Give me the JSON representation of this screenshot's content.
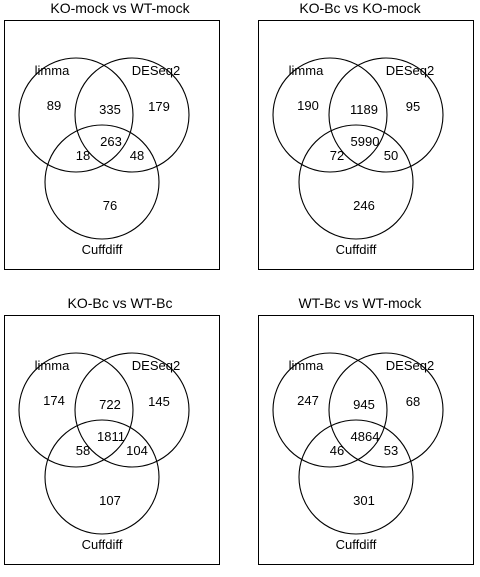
{
  "set_labels": {
    "a": "limma",
    "b": "DESeq2",
    "c": "Cuffdiff"
  },
  "panels": [
    {
      "title": "KO-mock vs WT-mock",
      "regions": {
        "a": "89",
        "ab": "335",
        "b": "179",
        "abc": "263",
        "ac": "18",
        "bc": "48",
        "c": "76"
      }
    },
    {
      "title": "KO-Bc vs KO-mock",
      "regions": {
        "a": "190",
        "ab": "1189",
        "b": "95",
        "abc": "5990",
        "ac": "72",
        "bc": "50",
        "c": "246"
      }
    },
    {
      "title": "KO-Bc vs WT-Bc",
      "regions": {
        "a": "174",
        "ab": "722",
        "b": "145",
        "abc": "1811",
        "ac": "58",
        "bc": "104",
        "c": "107"
      }
    },
    {
      "title": "WT-Bc vs WT-mock",
      "regions": {
        "a": "247",
        "ab": "945",
        "b": "68",
        "abc": "4864",
        "ac": "46",
        "bc": "53",
        "c": "301"
      }
    }
  ]
}
